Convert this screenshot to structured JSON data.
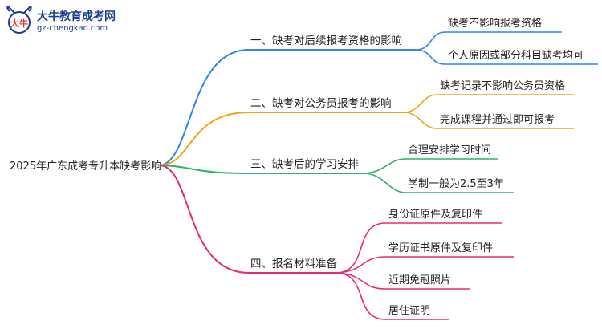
{
  "logo": {
    "title": "大牛教育成考网",
    "url": "gz-chengkao.com",
    "mark_text": "大牛"
  },
  "colors": {
    "b1": "#2e86e8",
    "b2": "#f0a514",
    "b3": "#27b56a",
    "b4": "#e8287a"
  },
  "root": {
    "label": "2025年广东成考专升本缺考影响"
  },
  "branches": [
    {
      "label": "一、缺考对后续报考资格的影响",
      "leaves": [
        "缺考不影响报考资格",
        "个人原因或部分科目缺考均可"
      ]
    },
    {
      "label": "二、缺考对公务员报考的影响",
      "leaves": [
        "缺考记录不影响公务员资格",
        "完成课程并通过即可报考"
      ]
    },
    {
      "label": "三、缺考后的学习安排",
      "leaves": [
        "合理安排学习时间",
        "学制一般为2.5至3年"
      ]
    },
    {
      "label": "四、报名材料准备",
      "leaves": [
        "身份证原件及复印件",
        "学历证书原件及复印件",
        "近期免冠照片",
        "居住证明"
      ]
    }
  ]
}
